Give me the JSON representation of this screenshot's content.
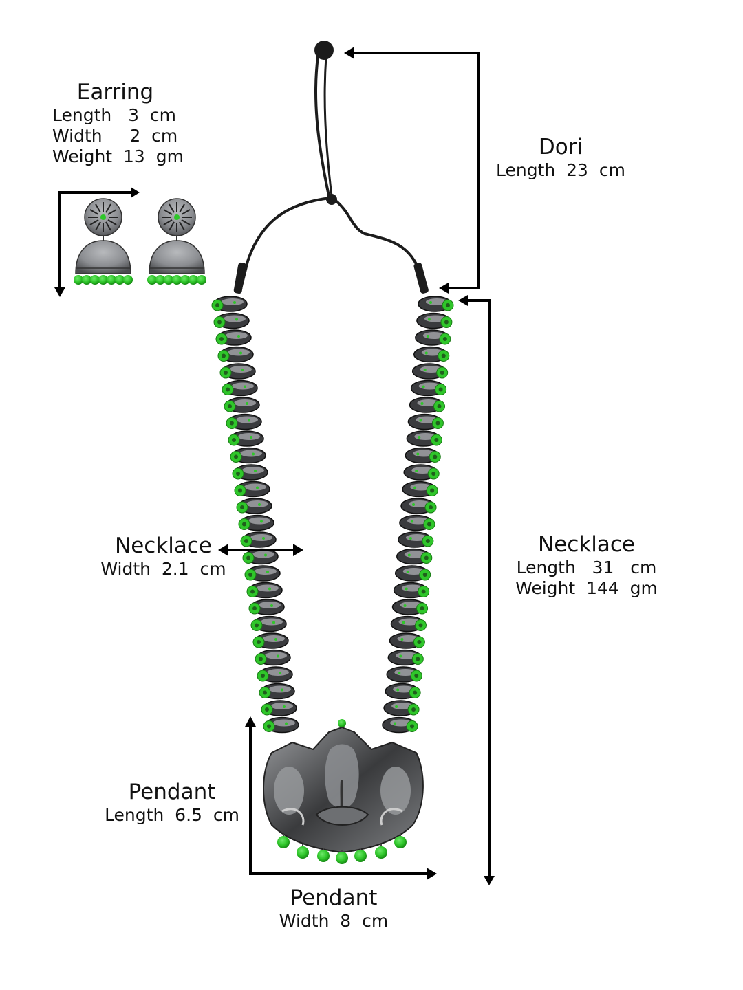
{
  "earring": {
    "title": "Earring",
    "specs": [
      "Length   3  cm",
      "Width     2  cm",
      "Weight  13  gm"
    ],
    "length": {
      "label": "Length",
      "value": "3",
      "unit": "cm"
    },
    "width": {
      "label": "Width",
      "value": "2",
      "unit": "cm"
    },
    "weight": {
      "label": "Weight",
      "value": "13",
      "unit": "gm"
    }
  },
  "dori": {
    "title": "Dori",
    "spec": "Length  23  cm",
    "length": {
      "label": "Length",
      "value": "23",
      "unit": "cm"
    }
  },
  "necklace_width": {
    "title": "Necklace",
    "spec": "Width  2.1  cm",
    "width": {
      "label": "Width",
      "value": "2.1",
      "unit": "cm"
    }
  },
  "necklace_main": {
    "title": "Necklace",
    "specs": [
      "Length   31   cm",
      "Weight  144  gm"
    ],
    "length": {
      "label": "Length",
      "value": "31",
      "unit": "cm"
    },
    "weight": {
      "label": "Weight",
      "value": "144",
      "unit": "gm"
    }
  },
  "pendant_length": {
    "title": "Pendant",
    "spec": "Length  6.5  cm",
    "length": {
      "label": "Length",
      "value": "6.5",
      "unit": "cm"
    }
  },
  "pendant_width": {
    "title": "Pendant",
    "spec": "Width  8  cm",
    "width": {
      "label": "Width",
      "value": "8",
      "unit": "cm"
    }
  },
  "colors": {
    "bead_green": "#2fc62a",
    "metal_silver": "#8a8c90",
    "metal_dark": "#2a2a2c",
    "cord": "#1c1c1c",
    "arrow": "#000000"
  }
}
